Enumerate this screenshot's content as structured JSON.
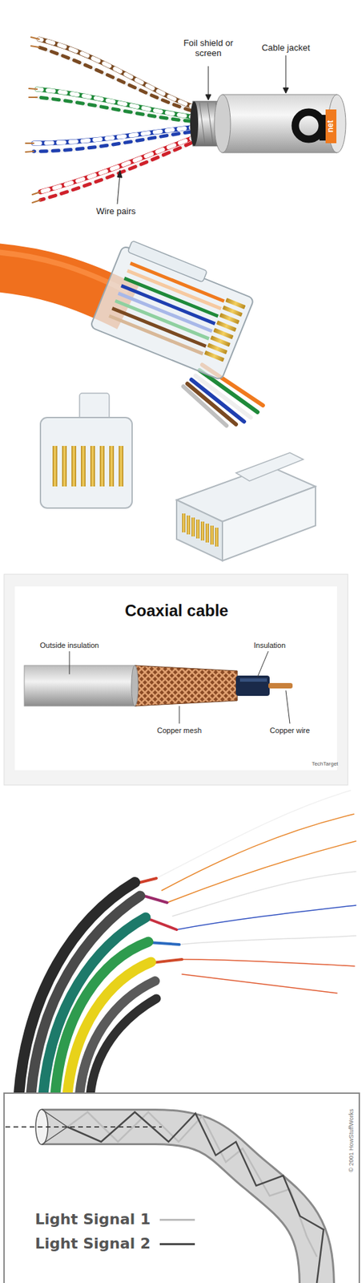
{
  "diagram": {
    "labels": [
      "Foil shield or screen",
      "Cable jacket",
      "Wire pairs",
      "net",
      "Coaxial cable",
      "Outside insulation",
      "Insulation",
      "Copper mesh",
      "Copper wire",
      "TechTarget",
      "© 2001 HowStuffWorks"
    ],
    "legend": [
      {
        "text": "Light Signal 1"
      },
      {
        "text": "Light Signal 2"
      }
    ]
  }
}
